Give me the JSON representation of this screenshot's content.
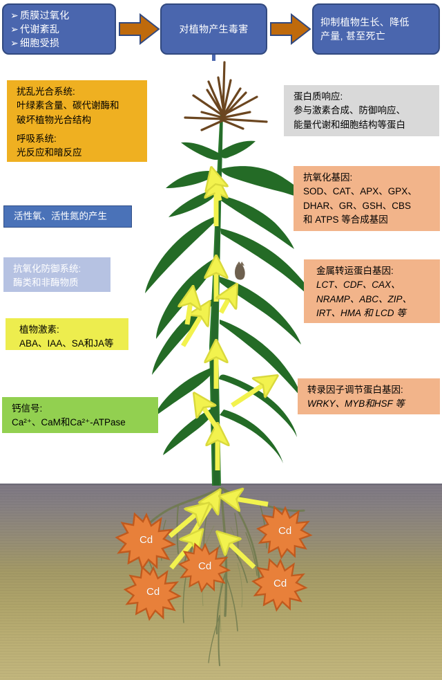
{
  "diagram": {
    "title": "Cd stress response in plants",
    "flow": {
      "box1": {
        "items": [
          "质膜过氧化",
          "代谢紊乱",
          "细胞受损"
        ],
        "bullet": "➢"
      },
      "box2": {
        "text": "对植物产生毒害"
      },
      "box3": {
        "lines": [
          "抑制植物生长、降低",
          "产量, 甚至死亡"
        ]
      },
      "arrow1": "right-chevron-arrow",
      "arrow2": "right-chevron-arrow"
    },
    "panels": {
      "photosynthesis": {
        "name": "扰乱光合系统",
        "lines": [
          "扰乱光合系统:",
          "叶绿素含量、碳代谢酶和",
          "破坏植物光合结构"
        ],
        "lines2": [
          "呼吸系统:",
          "光反应和暗反应"
        ],
        "color": "#EFB021"
      },
      "ros": {
        "lines": [
          "活性氧、活性氮的产生"
        ],
        "color": "#4A72B8"
      },
      "antioxidant_defense": {
        "lines": [
          "抗氧化防御系统:",
          "酶类和非酶物质"
        ],
        "color": "#B6C2E2"
      },
      "hormones": {
        "lines": [
          "植物激素:",
          "ABA、IAA、SA和JA等"
        ],
        "color": "#EDED4E"
      },
      "calcium": {
        "lines": [
          "钙信号:",
          "Ca²⁺、CaM和Ca²⁺-ATPase"
        ],
        "color": "#92D050"
      },
      "protein_response": {
        "lines": [
          "蛋白质响应:",
          "参与激素合成、防御响应、",
          "能量代谢和细胞结构等蛋白"
        ],
        "color": "#D9D9D9"
      },
      "antioxidant_genes": {
        "lines": [
          "抗氧化基因:",
          "SOD、CAT、APX、GPX、",
          "DHAR、GR、GSH、CBS",
          "和 ATPS 等合成基因"
        ],
        "color": "#F2B48A"
      },
      "metal_transporter_genes": {
        "heading": "金属转运蛋白基因:",
        "lines": [
          "LCT、CDF、CAX、",
          "NRAMP、ABC、ZIP、",
          "IRT、HMA 和 LCD 等"
        ],
        "color": "#F2B48A"
      },
      "transcription_factor_genes": {
        "heading": "转录因子调节蛋白基因:",
        "lines": [
          "WRKY、MYB和HSF 等"
        ],
        "color": "#F2B48A"
      }
    },
    "soil": {
      "cd_markers": [
        {
          "label": "Cd"
        },
        {
          "label": "Cd"
        },
        {
          "label": "Cd"
        },
        {
          "label": "Cd"
        },
        {
          "label": "Cd"
        }
      ],
      "star_fill": "#E8803A",
      "star_stroke": "#C05A1E"
    },
    "plant": {
      "leaf_color": "#246B26",
      "leaf_color_dark": "#1E5A20",
      "stem_color": "#2B7A2E",
      "tassel_color": "#6B4620",
      "ear_color": "#6E604F",
      "uptake_arrow_color": "#F2F24E",
      "uptake_arrow_stroke": "#D9D93C",
      "translocation_arrow_count": 7,
      "root_uptake_arrow_count": 5
    },
    "colors": {
      "flow_box_fill": "#4A66AE",
      "flow_box_stroke": "#32497F",
      "chevron_fill": "#BF6A0C",
      "chevron_stroke": "#32497F",
      "soil_top": "#7E7883",
      "soil_bottom": "#C2B67D"
    }
  }
}
